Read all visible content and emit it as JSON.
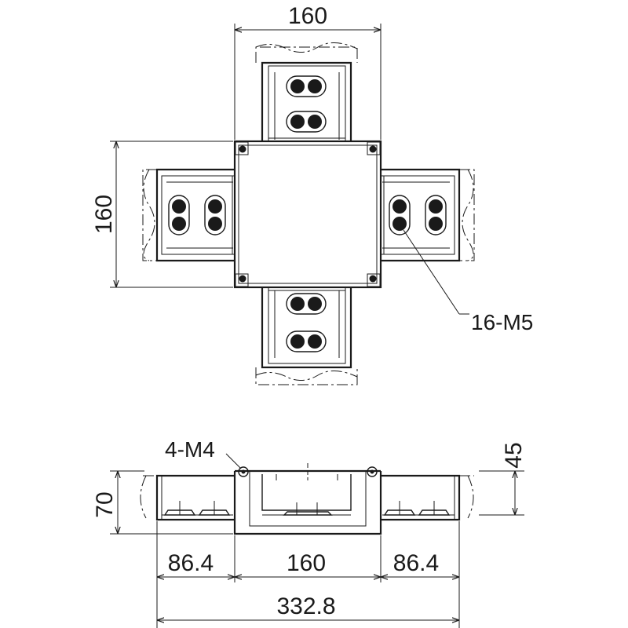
{
  "top_view": {
    "dim_width": "160",
    "dim_height": "160",
    "screw_callout": "16-M5"
  },
  "side_view": {
    "screw_callout": "4-M4",
    "dim_depth": "45",
    "dim_height": "70",
    "dim_left": "86.4",
    "dim_center": "160",
    "dim_right": "86.4",
    "dim_overall": "332.8"
  },
  "colors": {
    "line": "#1a1a1a",
    "background": "#ffffff"
  }
}
